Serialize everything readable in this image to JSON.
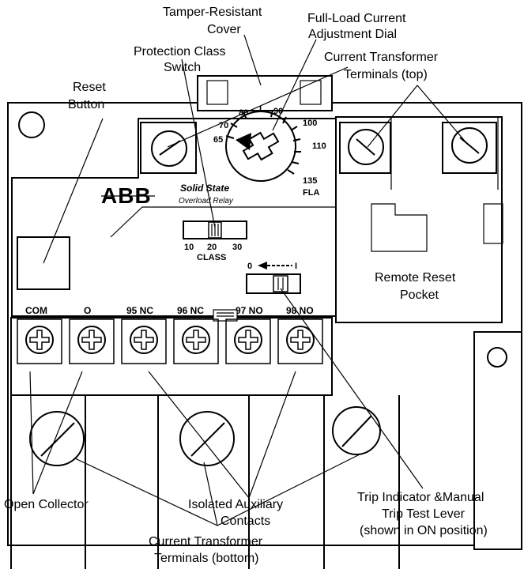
{
  "callouts": {
    "tamper_cover_1": "Tamper-Resistant",
    "tamper_cover_2": "Cover",
    "fla_dial_1": "Full-Load Current",
    "fla_dial_2": "Adjustment Dial",
    "protection_class_1": "Protection Class",
    "protection_class_2": "Switch",
    "ct_top_1": "Current Transformer",
    "ct_top_2": "Terminals (top)",
    "reset_1": "Reset",
    "reset_2": "Button",
    "remote_reset_1": "Remote Reset",
    "remote_reset_2": "Pocket",
    "open_collector": "Open Collector",
    "isolated_aux_1": "Isolated Auxiliary",
    "isolated_aux_2": "Contacts",
    "trip_indicator_1": "Trip Indicator &Manual",
    "trip_indicator_2": "Trip Test Lever",
    "trip_indicator_3": "(shown in ON position)",
    "ct_bottom_1": "Current Transformer",
    "ct_bottom_2": "Terminals (bottom)"
  },
  "device": {
    "logo": "ABB",
    "brand_line_1": "Solid State",
    "brand_line_2": "Overload Relay",
    "dial_ticks": [
      "65",
      "70",
      "80",
      "I",
      "90",
      "100",
      "110",
      "135"
    ],
    "dial_unit": "FLA",
    "class_values": [
      "10",
      "20",
      "30"
    ],
    "class_label": "CLASS",
    "trip_lever_marks": [
      "0",
      "I"
    ],
    "terminal_labels": [
      "COM",
      "O",
      "95 NC",
      "96 NC",
      "97 NO",
      "98 NO"
    ]
  }
}
